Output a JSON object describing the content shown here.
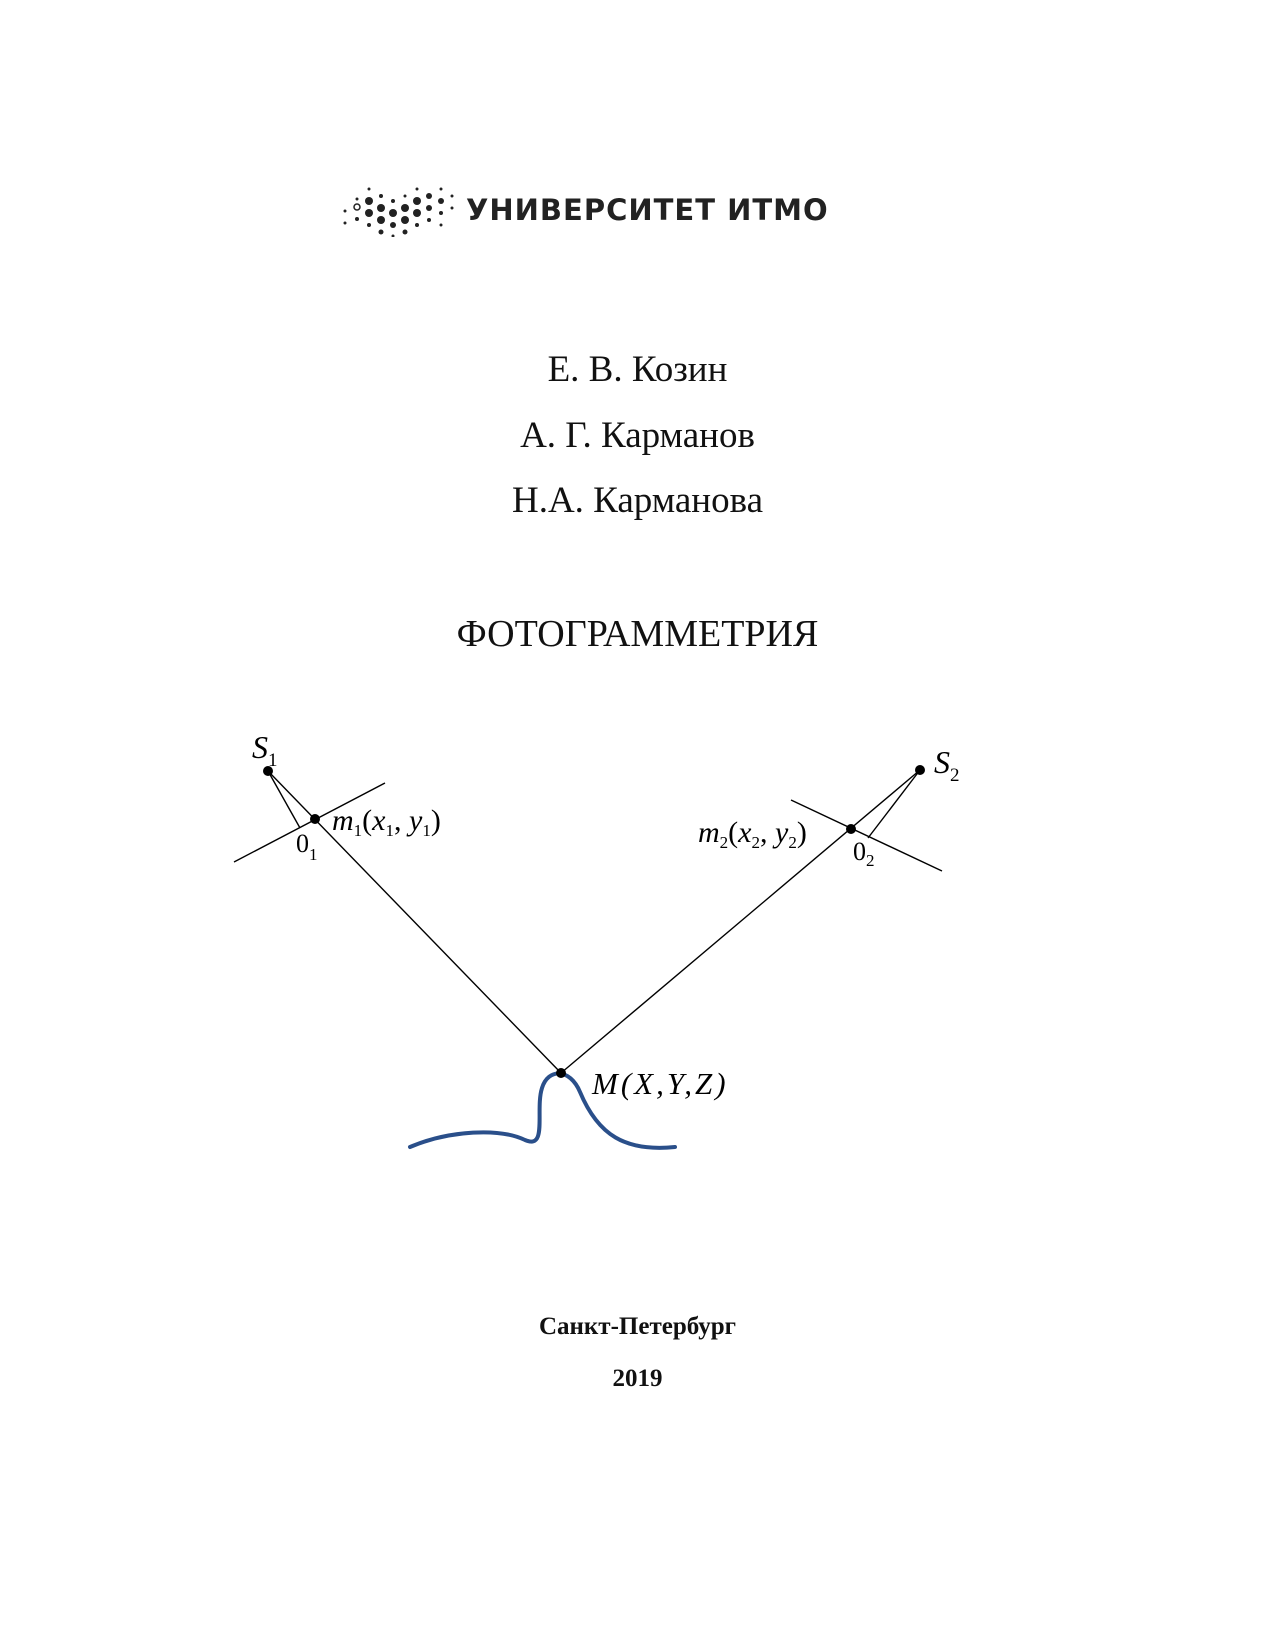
{
  "logo": {
    "text": "УНИВЕРСИТЕТ ИТМО"
  },
  "authors": [
    "Е. В. Козин",
    "А. Г. Карманов",
    "Н.А. Карманова"
  ],
  "title": "ФОТОГРАММЕТРИЯ",
  "diagram": {
    "s1": {
      "main": "S",
      "sub": "1"
    },
    "s2": {
      "main": "S",
      "sub": "2"
    },
    "o1": {
      "main": "0",
      "sub": "1"
    },
    "o2": {
      "main": "0",
      "sub": "2"
    },
    "m1": {
      "m": "m",
      "msub": "1",
      "open": "(",
      "x": "x",
      "xsub": "1",
      "comma": ", ",
      "y": "y",
      "ysub": "1",
      "close": ")"
    },
    "m2": {
      "m": "m",
      "msub": "2",
      "open": "(",
      "x": "x",
      "xsub": "2",
      "comma": ", ",
      "y": "y",
      "ysub": "2",
      "close": ")"
    },
    "M": "M(X,Y,Z)",
    "curve_color": "#2a4f8a"
  },
  "city": "Санкт-Петербург",
  "year": "2019"
}
